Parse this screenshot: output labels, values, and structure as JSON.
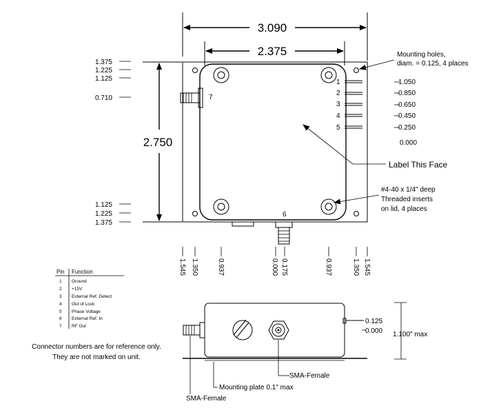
{
  "top_view": {
    "width_outer": "3.090",
    "width_lid": "2.375",
    "height": "2.750",
    "left_scale": [
      "1.375",
      "1.225",
      "1.125",
      "0.710",
      "1.125",
      "1.225",
      "1.375"
    ],
    "pin_numbers": [
      "1",
      "2",
      "3",
      "4",
      "5"
    ],
    "pin_offsets": [
      "1.050",
      "0.850",
      "0.650",
      "0.450",
      "0.250",
      "0.000"
    ],
    "rf_pin": "7",
    "bottom_pin": "6",
    "bottom_scale": [
      "1.545",
      "1.350",
      "0.937",
      "0.000",
      "0.175",
      "0.937",
      "1.350",
      "1.545"
    ],
    "mounting_note_line1": "Mounting holes,",
    "mounting_note_line2": "diam. = 0.125, 4 places",
    "label_face": "Label This Face",
    "inserts_line1": "#4-40 x 1/4\" deep",
    "inserts_line2": "Threaded inserts",
    "inserts_line3": "on lid, 4 places"
  },
  "pin_table": {
    "headers": [
      "Pin",
      "Function"
    ],
    "rows": [
      {
        "pin": "1",
        "function": "Ground"
      },
      {
        "pin": "2",
        "function": "+15V"
      },
      {
        "pin": "3",
        "function": "External Ref. Detect"
      },
      {
        "pin": "4",
        "function": "Out of Lock"
      },
      {
        "pin": "5",
        "function": "Phase Voltage"
      },
      {
        "pin": "6",
        "function": "External Ref. In"
      },
      {
        "pin": "7",
        "function": "RF Out"
      }
    ],
    "note_line1": "Connector numbers are for reference only.",
    "note_line2": "They are not marked on unit."
  },
  "side_view": {
    "pin_offset_top": "0.125",
    "pin_offset_bottom": "0.000",
    "height_max": "1.100\" max",
    "sma_right_label": "SMA-Female",
    "plate_label": "Mounting plate 0.1\" max",
    "sma_left_label": "SMA-Female"
  }
}
